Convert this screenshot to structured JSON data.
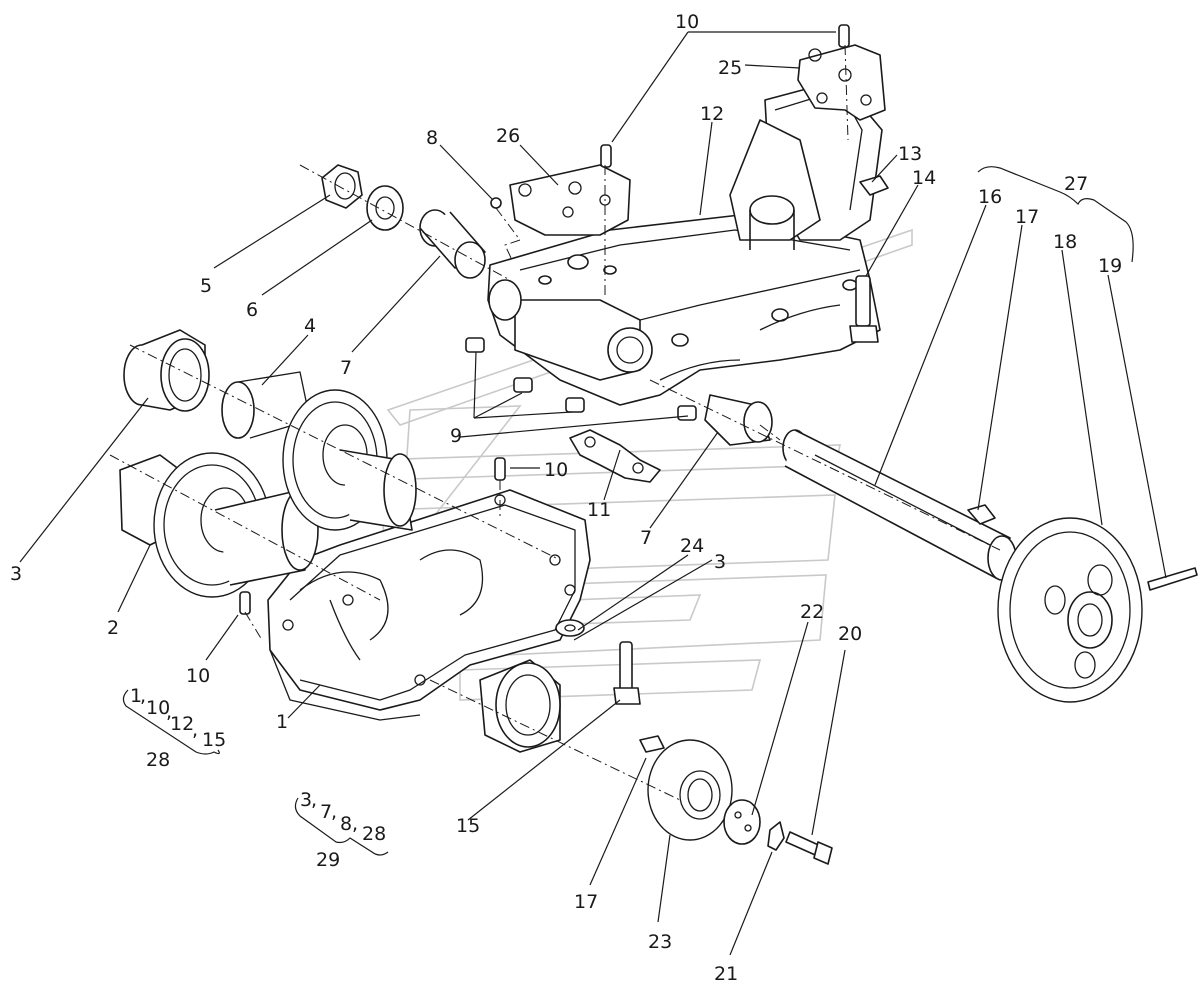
{
  "callouts": [
    {
      "id": "c10a",
      "text": "10"
    },
    {
      "id": "c25",
      "text": "25"
    },
    {
      "id": "c12",
      "text": "12"
    },
    {
      "id": "c26",
      "text": "26"
    },
    {
      "id": "c8",
      "text": "8"
    },
    {
      "id": "c13",
      "text": "13"
    },
    {
      "id": "c14",
      "text": "14"
    },
    {
      "id": "c27",
      "text": "27"
    },
    {
      "id": "c16",
      "text": "16"
    },
    {
      "id": "c17a",
      "text": "17"
    },
    {
      "id": "c18",
      "text": "18"
    },
    {
      "id": "c19",
      "text": "19"
    },
    {
      "id": "c5",
      "text": "5"
    },
    {
      "id": "c6",
      "text": "6"
    },
    {
      "id": "c4",
      "text": "4"
    },
    {
      "id": "c7a",
      "text": "7"
    },
    {
      "id": "c9",
      "text": "9"
    },
    {
      "id": "c10b",
      "text": "10"
    },
    {
      "id": "c11",
      "text": "11"
    },
    {
      "id": "c7b",
      "text": "7"
    },
    {
      "id": "c24",
      "text": "24"
    },
    {
      "id": "c3a",
      "text": "3"
    },
    {
      "id": "c3b",
      "text": "3"
    },
    {
      "id": "c2",
      "text": "2"
    },
    {
      "id": "c22",
      "text": "22"
    },
    {
      "id": "c20",
      "text": "20"
    },
    {
      "id": "c10c",
      "text": "10"
    },
    {
      "id": "c1",
      "text": "1"
    },
    {
      "id": "c15",
      "text": "15"
    },
    {
      "id": "c17b",
      "text": "17"
    },
    {
      "id": "c23",
      "text": "23"
    },
    {
      "id": "c21",
      "text": "21"
    }
  ],
  "groups": {
    "g28": {
      "items": [
        "1",
        "10",
        "12",
        "15"
      ],
      "total": "28"
    },
    "g29": {
      "items": [
        "3",
        "7",
        "8",
        "28"
      ],
      "total": "29"
    }
  }
}
